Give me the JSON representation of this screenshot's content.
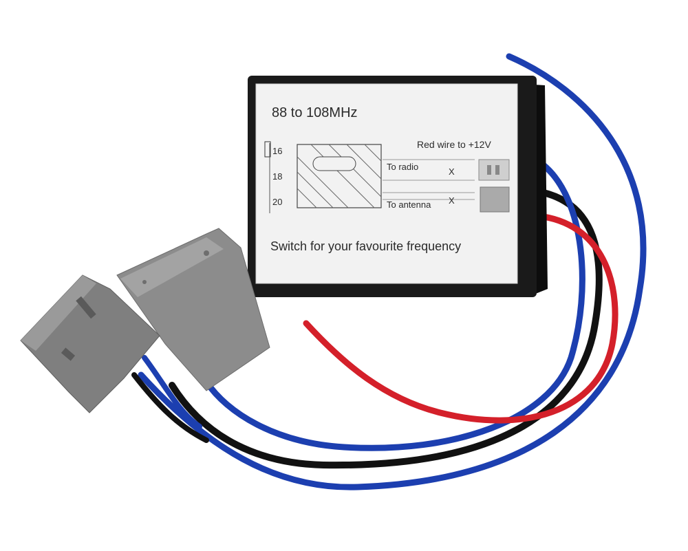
{
  "label": {
    "freq_range": "88 to 108MHz",
    "red_wire": "Red wire to +12V",
    "to_radio": "To radio",
    "to_antenna": "To antenna",
    "switch_text": "Switch for your favourite frequency",
    "switch_positions": [
      "16",
      "18",
      "20"
    ],
    "x_mark": "X"
  },
  "colors": {
    "housing": "#1a1a1a",
    "label_face": "#f2f2f2",
    "connector_gray": "#8c8c8c",
    "wire_blue": "#1c3fb0",
    "wire_black": "#111111",
    "wire_red": "#d4202a"
  }
}
